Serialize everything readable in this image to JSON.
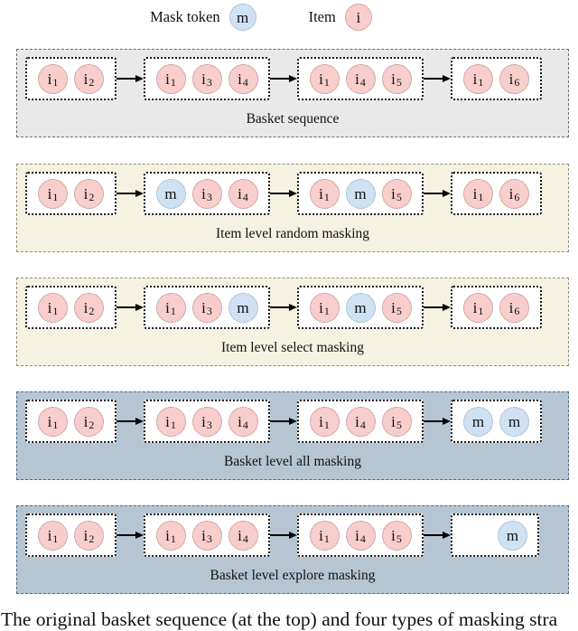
{
  "legend": {
    "mask": {
      "label": "Mask token",
      "symbol": "m"
    },
    "item": {
      "label": "Item",
      "symbol": "i"
    }
  },
  "rows": [
    {
      "label": "Basket sequence",
      "theme": "gray",
      "baskets": [
        {
          "tokens": [
            {
              "type": "item",
              "base": "i",
              "sub": "1"
            },
            {
              "type": "item",
              "base": "i",
              "sub": "2"
            }
          ]
        },
        {
          "tokens": [
            {
              "type": "item",
              "base": "i",
              "sub": "1"
            },
            {
              "type": "item",
              "base": "i",
              "sub": "3"
            },
            {
              "type": "item",
              "base": "i",
              "sub": "4"
            }
          ]
        },
        {
          "tokens": [
            {
              "type": "item",
              "base": "i",
              "sub": "1"
            },
            {
              "type": "item",
              "base": "i",
              "sub": "4"
            },
            {
              "type": "item",
              "base": "i",
              "sub": "5"
            }
          ]
        },
        {
          "tokens": [
            {
              "type": "item",
              "base": "i",
              "sub": "1"
            },
            {
              "type": "item",
              "base": "i",
              "sub": "6"
            }
          ]
        }
      ]
    },
    {
      "label": "Item level random masking",
      "theme": "cream",
      "baskets": [
        {
          "tokens": [
            {
              "type": "item",
              "base": "i",
              "sub": "1"
            },
            {
              "type": "item",
              "base": "i",
              "sub": "2"
            }
          ]
        },
        {
          "tokens": [
            {
              "type": "mask",
              "base": "m",
              "sub": ""
            },
            {
              "type": "item",
              "base": "i",
              "sub": "3"
            },
            {
              "type": "item",
              "base": "i",
              "sub": "4"
            }
          ]
        },
        {
          "tokens": [
            {
              "type": "item",
              "base": "i",
              "sub": "1"
            },
            {
              "type": "mask",
              "base": "m",
              "sub": ""
            },
            {
              "type": "item",
              "base": "i",
              "sub": "5"
            }
          ]
        },
        {
          "tokens": [
            {
              "type": "item",
              "base": "i",
              "sub": "1"
            },
            {
              "type": "item",
              "base": "i",
              "sub": "6"
            }
          ]
        }
      ]
    },
    {
      "label": "Item level select masking",
      "theme": "cream",
      "baskets": [
        {
          "tokens": [
            {
              "type": "item",
              "base": "i",
              "sub": "1"
            },
            {
              "type": "item",
              "base": "i",
              "sub": "2"
            }
          ]
        },
        {
          "tokens": [
            {
              "type": "item",
              "base": "i",
              "sub": "1"
            },
            {
              "type": "item",
              "base": "i",
              "sub": "3"
            },
            {
              "type": "mask",
              "base": "m",
              "sub": ""
            }
          ]
        },
        {
          "tokens": [
            {
              "type": "item",
              "base": "i",
              "sub": "1"
            },
            {
              "type": "mask",
              "base": "m",
              "sub": ""
            },
            {
              "type": "item",
              "base": "i",
              "sub": "5"
            }
          ]
        },
        {
          "tokens": [
            {
              "type": "item",
              "base": "i",
              "sub": "1"
            },
            {
              "type": "item",
              "base": "i",
              "sub": "6"
            }
          ]
        }
      ]
    },
    {
      "label": "Basket level all masking",
      "theme": "blue",
      "baskets": [
        {
          "tokens": [
            {
              "type": "item",
              "base": "i",
              "sub": "1"
            },
            {
              "type": "item",
              "base": "i",
              "sub": "2"
            }
          ]
        },
        {
          "tokens": [
            {
              "type": "item",
              "base": "i",
              "sub": "1"
            },
            {
              "type": "item",
              "base": "i",
              "sub": "3"
            },
            {
              "type": "item",
              "base": "i",
              "sub": "4"
            }
          ]
        },
        {
          "tokens": [
            {
              "type": "item",
              "base": "i",
              "sub": "1"
            },
            {
              "type": "item",
              "base": "i",
              "sub": "4"
            },
            {
              "type": "item",
              "base": "i",
              "sub": "5"
            }
          ]
        },
        {
          "tokens": [
            {
              "type": "mask",
              "base": "m",
              "sub": ""
            },
            {
              "type": "mask",
              "base": "m",
              "sub": ""
            }
          ]
        }
      ]
    },
    {
      "label": "Basket level explore masking",
      "theme": "blue",
      "baskets": [
        {
          "tokens": [
            {
              "type": "item",
              "base": "i",
              "sub": "1"
            },
            {
              "type": "item",
              "base": "i",
              "sub": "2"
            }
          ]
        },
        {
          "tokens": [
            {
              "type": "item",
              "base": "i",
              "sub": "1"
            },
            {
              "type": "item",
              "base": "i",
              "sub": "3"
            },
            {
              "type": "item",
              "base": "i",
              "sub": "4"
            }
          ]
        },
        {
          "tokens": [
            {
              "type": "item",
              "base": "i",
              "sub": "1"
            },
            {
              "type": "item",
              "base": "i",
              "sub": "4"
            },
            {
              "type": "item",
              "base": "i",
              "sub": "5"
            }
          ]
        },
        {
          "tokens": [
            {
              "type": "mask",
              "base": "m",
              "sub": ""
            }
          ],
          "empty_left": true
        }
      ]
    }
  ],
  "caption": "The original basket sequence (at the top) and four types of masking stra",
  "colors": {
    "item_fill": "#f8cecc",
    "item_border": "#a57d7b",
    "mask_fill": "#cfe2f3",
    "mask_border": "#8ba4bb",
    "row_gray_bg": "#e9e9e9",
    "row_cream_bg": "#f6f2e1",
    "row_blue_bg": "#b5c6d2",
    "basket_bg": "#ffffff",
    "basket_border": "#161616",
    "arrow": "#000000"
  }
}
